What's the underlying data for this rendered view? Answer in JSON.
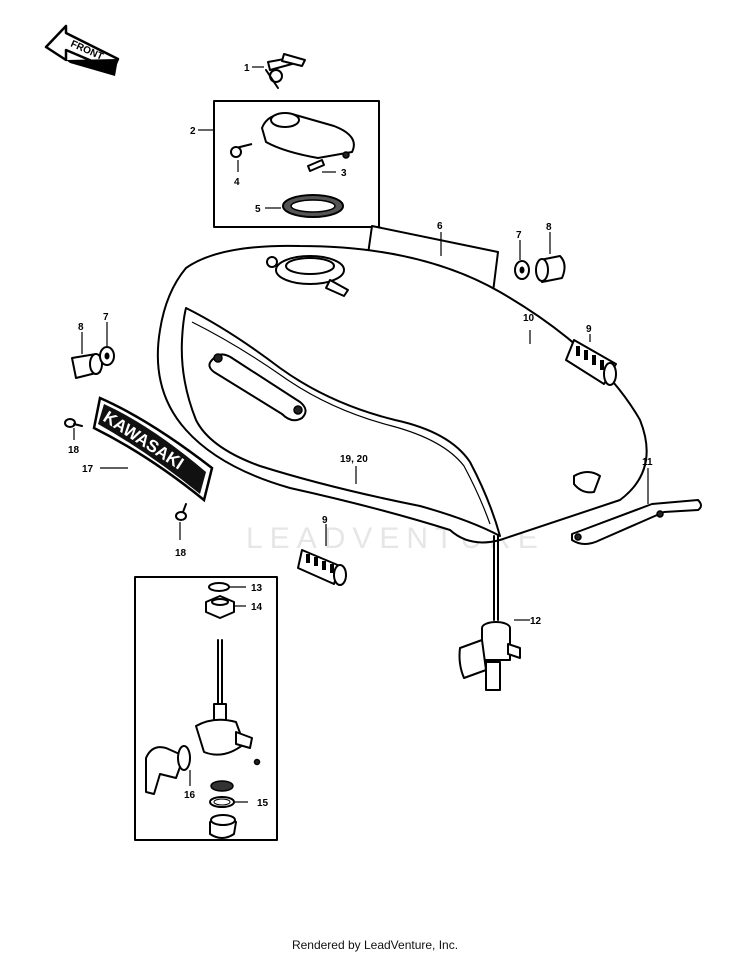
{
  "front_label": "FRONT",
  "emblem_text": "KAWASAKI",
  "watermark": "LEADVENTURE",
  "footer": "Rendered by LeadVenture, Inc.",
  "callouts": {
    "c1": "1",
    "c2": "2",
    "c3": "3",
    "c4": "4",
    "c5": "5",
    "c6": "6",
    "c7a": "7",
    "c8a": "8",
    "c7b": "7",
    "c8b": "8",
    "c9a": "9",
    "c10": "10",
    "c11": "11",
    "c12": "12",
    "c13": "13",
    "c14": "14",
    "c15": "15",
    "c16": "16",
    "c17": "17",
    "c18a": "18",
    "c18b": "18",
    "c19_20": "19, 20",
    "c9b": "9"
  }
}
